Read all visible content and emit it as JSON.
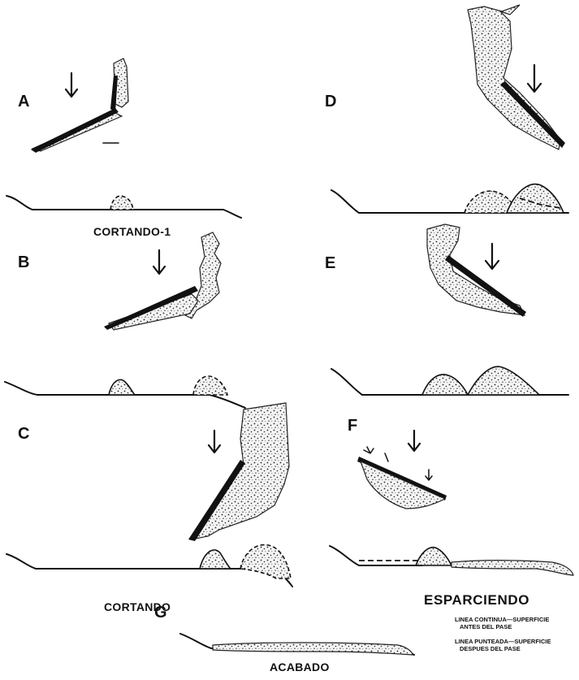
{
  "panels": {
    "a": "A",
    "b": "B",
    "c": "C",
    "d": "D",
    "e": "E",
    "f": "F",
    "g": "G"
  },
  "captions": {
    "cutting_1": "CORTANDO-1",
    "cutting": "CORTANDO",
    "spreading": "ESPARCIENDO",
    "finished": "ACABADO"
  },
  "legend": {
    "solid_line_1": "LINEA CONTINUA—SUPERFICIE",
    "solid_line_2": "ANTES DEL PASE",
    "dotted_line_1": "LINEA PUNTEADA—SUPERFICIE",
    "dotted_line_2": "DESPUES DEL PASE"
  },
  "icons": {
    "direction": "down-arrow-icon",
    "blade": "grader-blade-icon"
  }
}
